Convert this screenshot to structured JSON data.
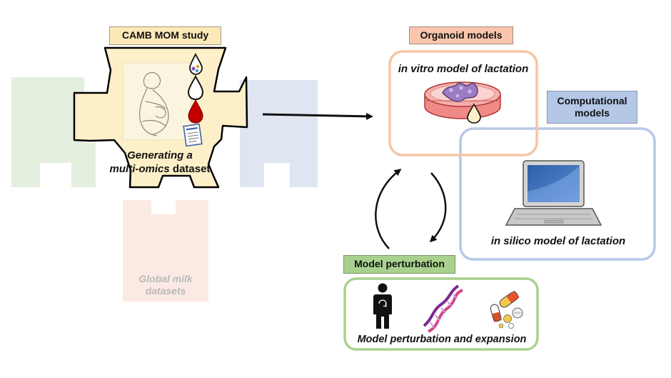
{
  "camb": {
    "title": "CAMB MOM study",
    "caption_line1": "Generating a",
    "caption_line2_italic": "multi-omics",
    "caption_line2_rest": " dataset"
  },
  "global": {
    "line1": "Global milk",
    "line2": "datasets"
  },
  "organoid": {
    "title": "Organoid models",
    "caption": "in vitro model of lactation"
  },
  "computational": {
    "title_line1": "Computational",
    "title_line2": "models",
    "caption": "in silico model of lactation"
  },
  "perturbation": {
    "title": "Model perturbation",
    "caption": "Model perturbation and expansion"
  },
  "colors": {
    "camb_fill": "#fdf0c8",
    "camb_tag": "#fde9b8",
    "organoid_border": "#f5c5a6",
    "organoid_tag": "#f9c6ad",
    "computational_border": "#b8c8e8",
    "computational_tag": "#b4c7e7",
    "perturbation_border": "#a9d18e",
    "perturbation_tag": "#a9d18e",
    "ghost_green": "#e5efdf",
    "ghost_blue": "#dfe6f2",
    "ghost_pink": "#fbeae3"
  }
}
